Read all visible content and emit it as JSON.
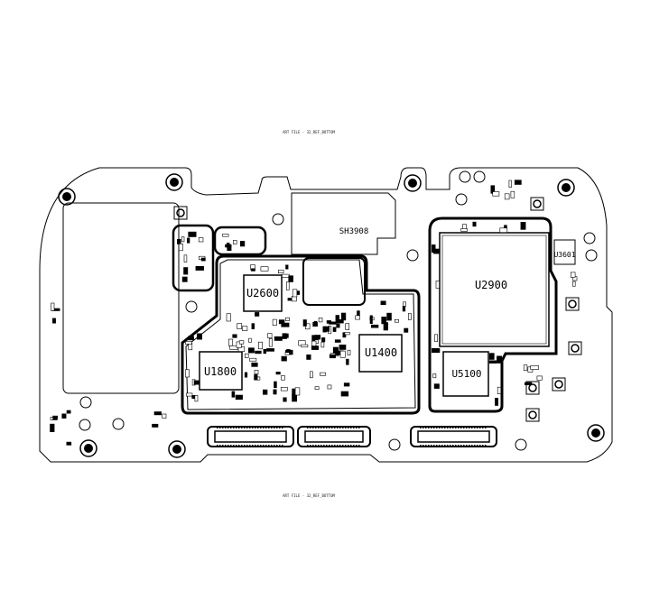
{
  "title_top": "ART FILE - 32_REF_BOTTOM",
  "title_bottom": "ART FILE - 32_REF_BOTTOM",
  "components": {
    "shield": "SH3908",
    "u2600": "U2600",
    "u1800": "U1800",
    "u1400": "U1400",
    "u2900": "U2900",
    "u5100": "U5100",
    "u3601": "U3601"
  },
  "colors": {
    "ink": "#000000",
    "background": "#ffffff"
  }
}
